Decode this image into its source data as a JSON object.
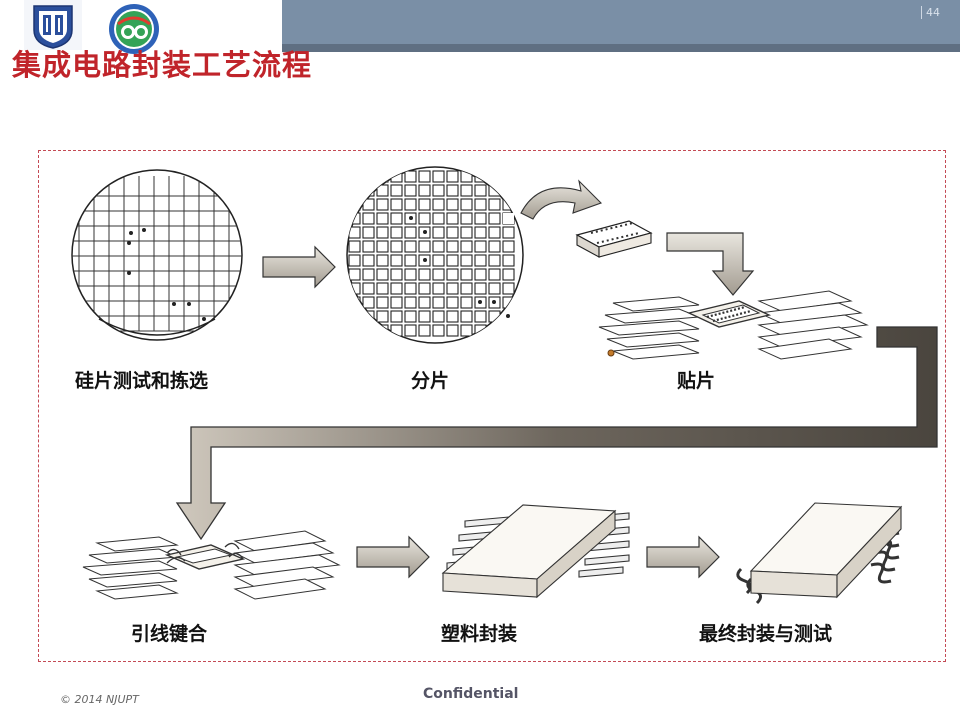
{
  "header": {
    "page_number": "44",
    "title": "集成电路封装工艺流程"
  },
  "figure": {
    "steps": [
      {
        "label": "硅片测试和拣选"
      },
      {
        "label": "分片"
      },
      {
        "label": "贴片"
      },
      {
        "label": "引线键合"
      },
      {
        "label": "塑料封装"
      },
      {
        "label": "最终封装与测试"
      }
    ]
  },
  "footer": {
    "copyright": "© 2014 NJUPT",
    "confidential": "Confidential"
  },
  "colors": {
    "title": "#c0242a",
    "topbar": "#7a8fa6",
    "border": "#c44a55"
  }
}
